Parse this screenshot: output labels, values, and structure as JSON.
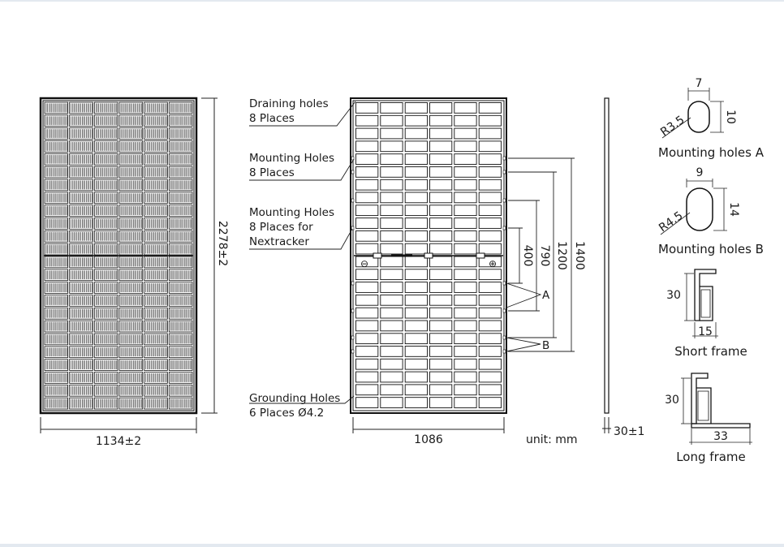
{
  "front": {
    "width_label": "1134±2",
    "height_label": "2278±2"
  },
  "back": {
    "width_label": "1086",
    "callouts": {
      "draining": [
        "Draining holes",
        "8 Places"
      ],
      "mounting": [
        "Mounting Holes",
        "8 Places"
      ],
      "nextracker": [
        "Mounting Holes",
        "8 Places for",
        "Nextracker"
      ],
      "grounding": [
        "Grounding Holes",
        "6 Places Ø4.2"
      ]
    },
    "dims": {
      "d400": "400",
      "d790": "790",
      "d1200": "1200",
      "d1400": "1400"
    },
    "markers": {
      "a": "A",
      "b": "B"
    },
    "polarity": {
      "neg": "⊖",
      "pos": "⊕"
    },
    "unit": "unit: mm"
  },
  "side": {
    "thickness_label": "30±1"
  },
  "holes": {
    "a": {
      "width": "7",
      "height": "10",
      "radius": "R3.5",
      "caption": "Mounting holes A"
    },
    "b": {
      "width": "9",
      "height": "14",
      "radius": "R4.5",
      "caption": "Mounting holes B"
    }
  },
  "frames": {
    "short": {
      "height": "30",
      "width": "15",
      "caption": "Short frame"
    },
    "long": {
      "height": "30",
      "width": "33",
      "caption": "Long frame"
    }
  }
}
